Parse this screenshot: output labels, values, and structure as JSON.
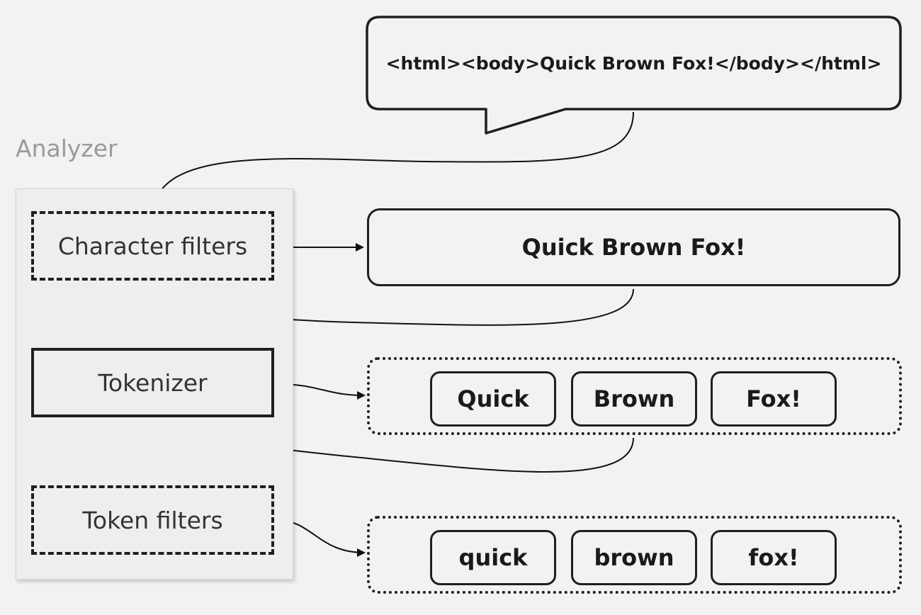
{
  "analyzer": {
    "title": "Analyzer",
    "stages": {
      "character_filters": "Character filters",
      "tokenizer": "Tokenizer",
      "token_filters": "Token filters"
    }
  },
  "input_text": "<html><body>Quick Brown Fox!</body></html>",
  "filtered_text": "Quick Brown Fox!",
  "tokens": [
    "Quick",
    "Brown",
    "Fox!"
  ],
  "filtered_tokens": [
    "quick",
    "brown",
    "fox!"
  ]
}
